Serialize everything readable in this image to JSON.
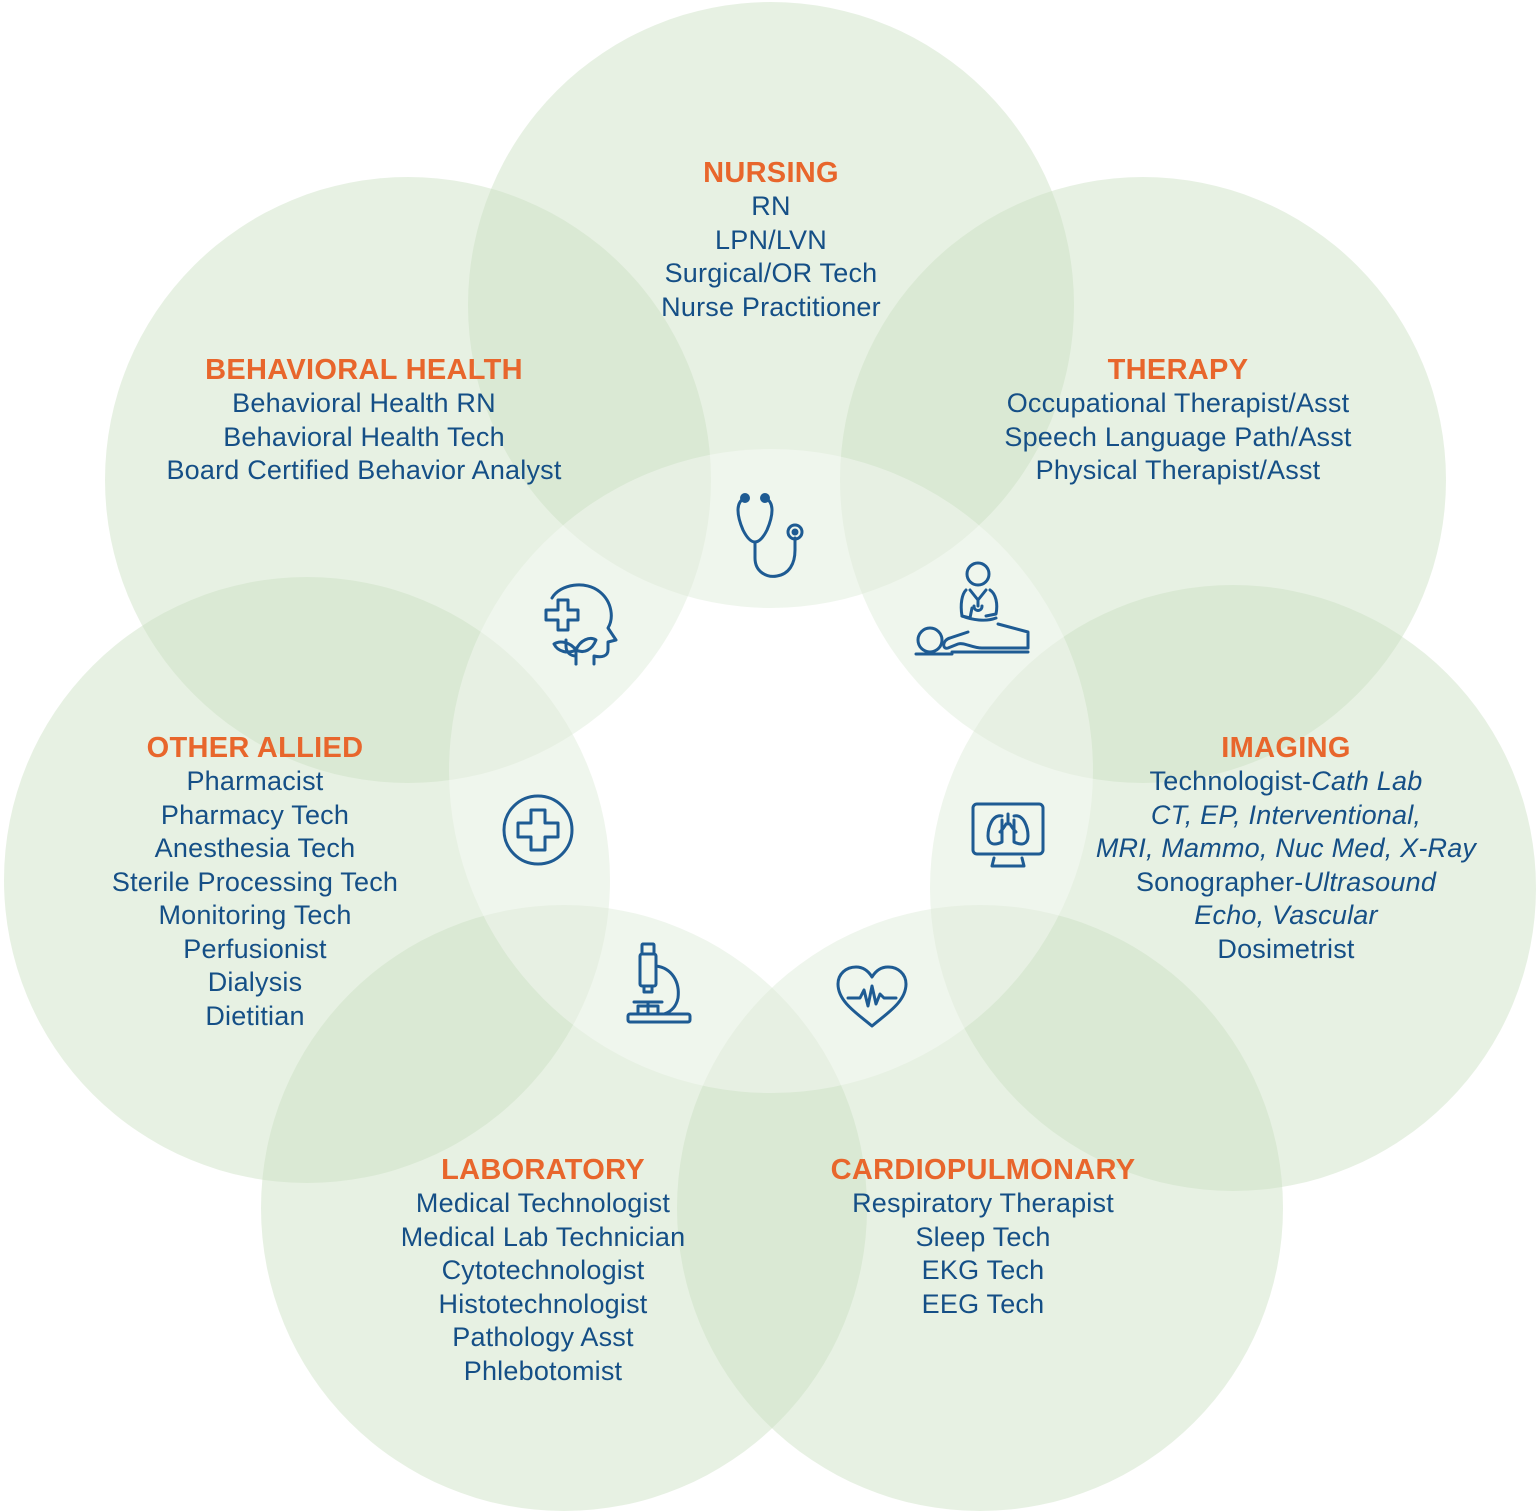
{
  "colors": {
    "heading": "#e8662c",
    "text": "#154f86",
    "icon": "#1e5b93",
    "circle": "#c9e0c1"
  },
  "groups": {
    "nursing": {
      "title": "NURSING",
      "items": [
        "RN",
        "LPN/LVN",
        "Surgical/OR Tech",
        "Nurse Practitioner"
      ],
      "icon": "stethoscope-icon"
    },
    "therapy": {
      "title": "THERAPY",
      "items": [
        "Occupational Therapist/Asst",
        "Speech Language Path/Asst",
        "Physical Therapist/Asst"
      ],
      "icon": "physical-therapy-icon"
    },
    "imaging": {
      "title": "IMAGING",
      "items": [
        {
          "plain": "Technologist-",
          "italic": "Cath Lab"
        },
        {
          "plain": "",
          "italic": "CT, EP, Interventional,"
        },
        {
          "plain": "",
          "italic": "MRI, Mammo, Nuc Med, X-Ray"
        },
        {
          "plain": "Sonographer-",
          "italic": "Ultrasound"
        },
        {
          "plain": "",
          "italic": "Echo, Vascular"
        },
        {
          "plain": "Dosimetrist",
          "italic": ""
        }
      ],
      "icon": "lung-monitor-icon"
    },
    "cardiopulmonary": {
      "title": "CARDIOPULMONARY",
      "items": [
        "Respiratory Therapist",
        "Sleep Tech",
        "EKG Tech",
        "EEG Tech"
      ],
      "icon": "heartbeat-icon"
    },
    "laboratory": {
      "title": "LABORATORY",
      "items": [
        "Medical Technologist",
        "Medical Lab Technician",
        "Cytotechnologist",
        "Histotechnologist",
        "Pathology Asst",
        "Phlebotomist"
      ],
      "icon": "microscope-icon"
    },
    "other_allied": {
      "title": "OTHER ALLIED",
      "items": [
        "Pharmacist",
        "Pharmacy Tech",
        "Anesthesia Tech",
        "Sterile Processing Tech",
        "Monitoring Tech",
        "Perfusionist",
        "Dialysis",
        "Dietitian"
      ],
      "icon": "medical-cross-icon"
    },
    "behavioral_health": {
      "title": "BEHAVIORAL HEALTH",
      "items": [
        "Behavioral Health RN",
        "Behavioral Health Tech",
        "Board Certified Behavior Analyst"
      ],
      "icon": "mental-health-icon"
    }
  }
}
